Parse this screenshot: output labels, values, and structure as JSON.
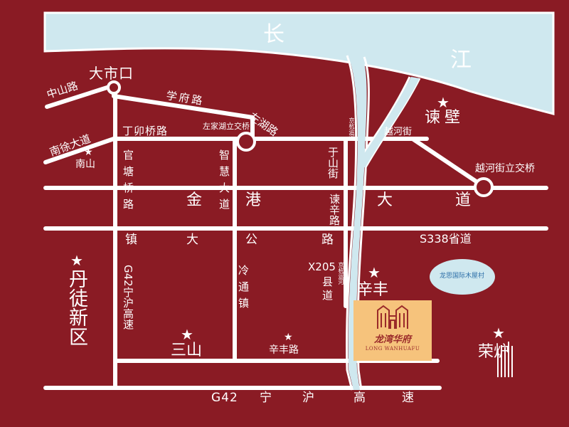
{
  "colors": {
    "background": "#8a1b24",
    "river": "#cfe8ef",
    "road": "#ffffff",
    "project_highlight": "#f6c37c",
    "resort_lake": "#cfe8ef",
    "resort_text": "#2d6fa8"
  },
  "river": {
    "name_char_1": "长",
    "name_char_2": "江"
  },
  "places": {
    "dashikou": "大市口",
    "jianbi": "谏壁",
    "nanshan": "南山",
    "xinfeng": "辛丰",
    "sanshan": "三山",
    "dantu": "丹徒新区",
    "lucheng": "荣炉"
  },
  "roads": {
    "zhongshan": "中山路",
    "xuefu": "学府路",
    "zuohu": "左湖路",
    "zuojiahu_interchange": "左家湖立交桥",
    "nanxu": "南徐大道",
    "dingmaoqiao": "丁卯桥路",
    "jinghang_canal": "京杭运河",
    "yuehe": "越河街",
    "yuehe_interchange": "越河街立交桥",
    "guantang": "官塘桥路",
    "zhihui": "智慧大道",
    "yushan": "于山街",
    "jiangang_1": "金",
    "jiangang_2": "港",
    "jiangang_3": "大",
    "jiangang_4": "道",
    "suxin": "谏辛路",
    "zhen_1": "镇",
    "zhen_2": "大",
    "zhen_3": "公",
    "zhen_4": "路",
    "s338": "S338省道",
    "g42_vertical": "G42宁沪高速",
    "lengtong": "冷通镇",
    "x205": "X205",
    "x205_county": "县道",
    "xinfeng_road": "辛丰路",
    "g42_bottom_1": "G42",
    "g42_bottom_2": "宁",
    "g42_bottom_3": "沪",
    "g42_bottom_4": "高",
    "g42_bottom_5": "速"
  },
  "project": {
    "name": "龙湾华府",
    "subtitle": "LONG WANHUAFU"
  },
  "resort": {
    "name": "龙思国际木屋村"
  }
}
